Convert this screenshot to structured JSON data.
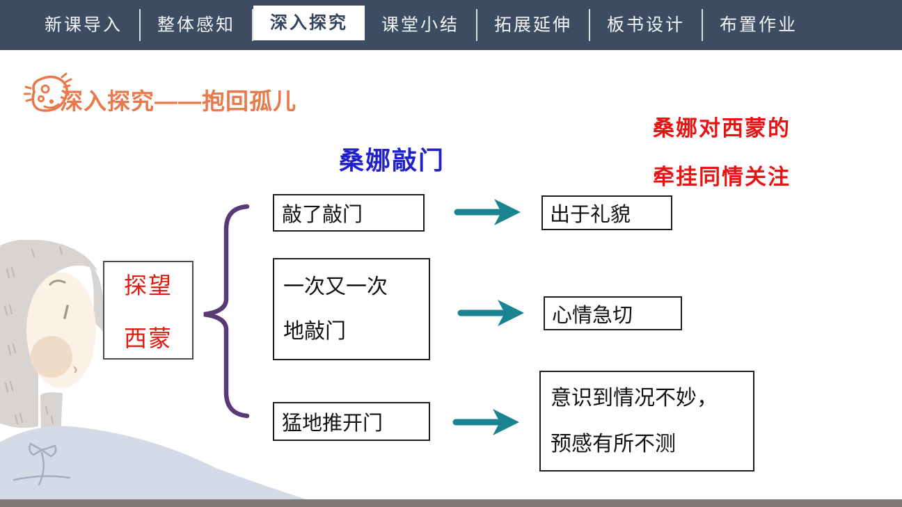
{
  "nav": {
    "tabs": [
      {
        "label": "新课导入",
        "active": false
      },
      {
        "label": "整体感知",
        "active": false
      },
      {
        "label": "深入探究",
        "active": true
      },
      {
        "label": "课堂小结",
        "active": false
      },
      {
        "label": "拓展延伸",
        "active": false
      },
      {
        "label": "板书设计",
        "active": false
      },
      {
        "label": "布置作业",
        "active": false
      }
    ]
  },
  "header": {
    "icon": "palette-doodle-icon",
    "title": "深入探究——抱回孤儿"
  },
  "annotation": {
    "lines": [
      "桑娜对西蒙的",
      "牵挂同情关注"
    ]
  },
  "diagram": {
    "heading": "桑娜敲门",
    "subject": {
      "lines": [
        "探望",
        "西蒙"
      ]
    },
    "rows": [
      {
        "action_lines": [
          "敲了敲门"
        ],
        "result_lines": [
          "出于礼貌"
        ]
      },
      {
        "action_lines": [
          "一次又一次",
          "地敲门"
        ],
        "result_lines": [
          "心情急切"
        ]
      },
      {
        "action_lines": [
          "猛地推开门"
        ],
        "result_lines": [
          "意识到情况不妙，",
          "预感有所不测"
        ]
      }
    ]
  },
  "colors": {
    "nav_bg": "#3d4c60",
    "accent_orange": "#e8794a",
    "annotation_red": "#e81414",
    "heading_blue": "#2121cb",
    "arrow_teal": "#1a8391",
    "brace_purple": "#5a3a76",
    "footer_gray": "#7e7977"
  }
}
